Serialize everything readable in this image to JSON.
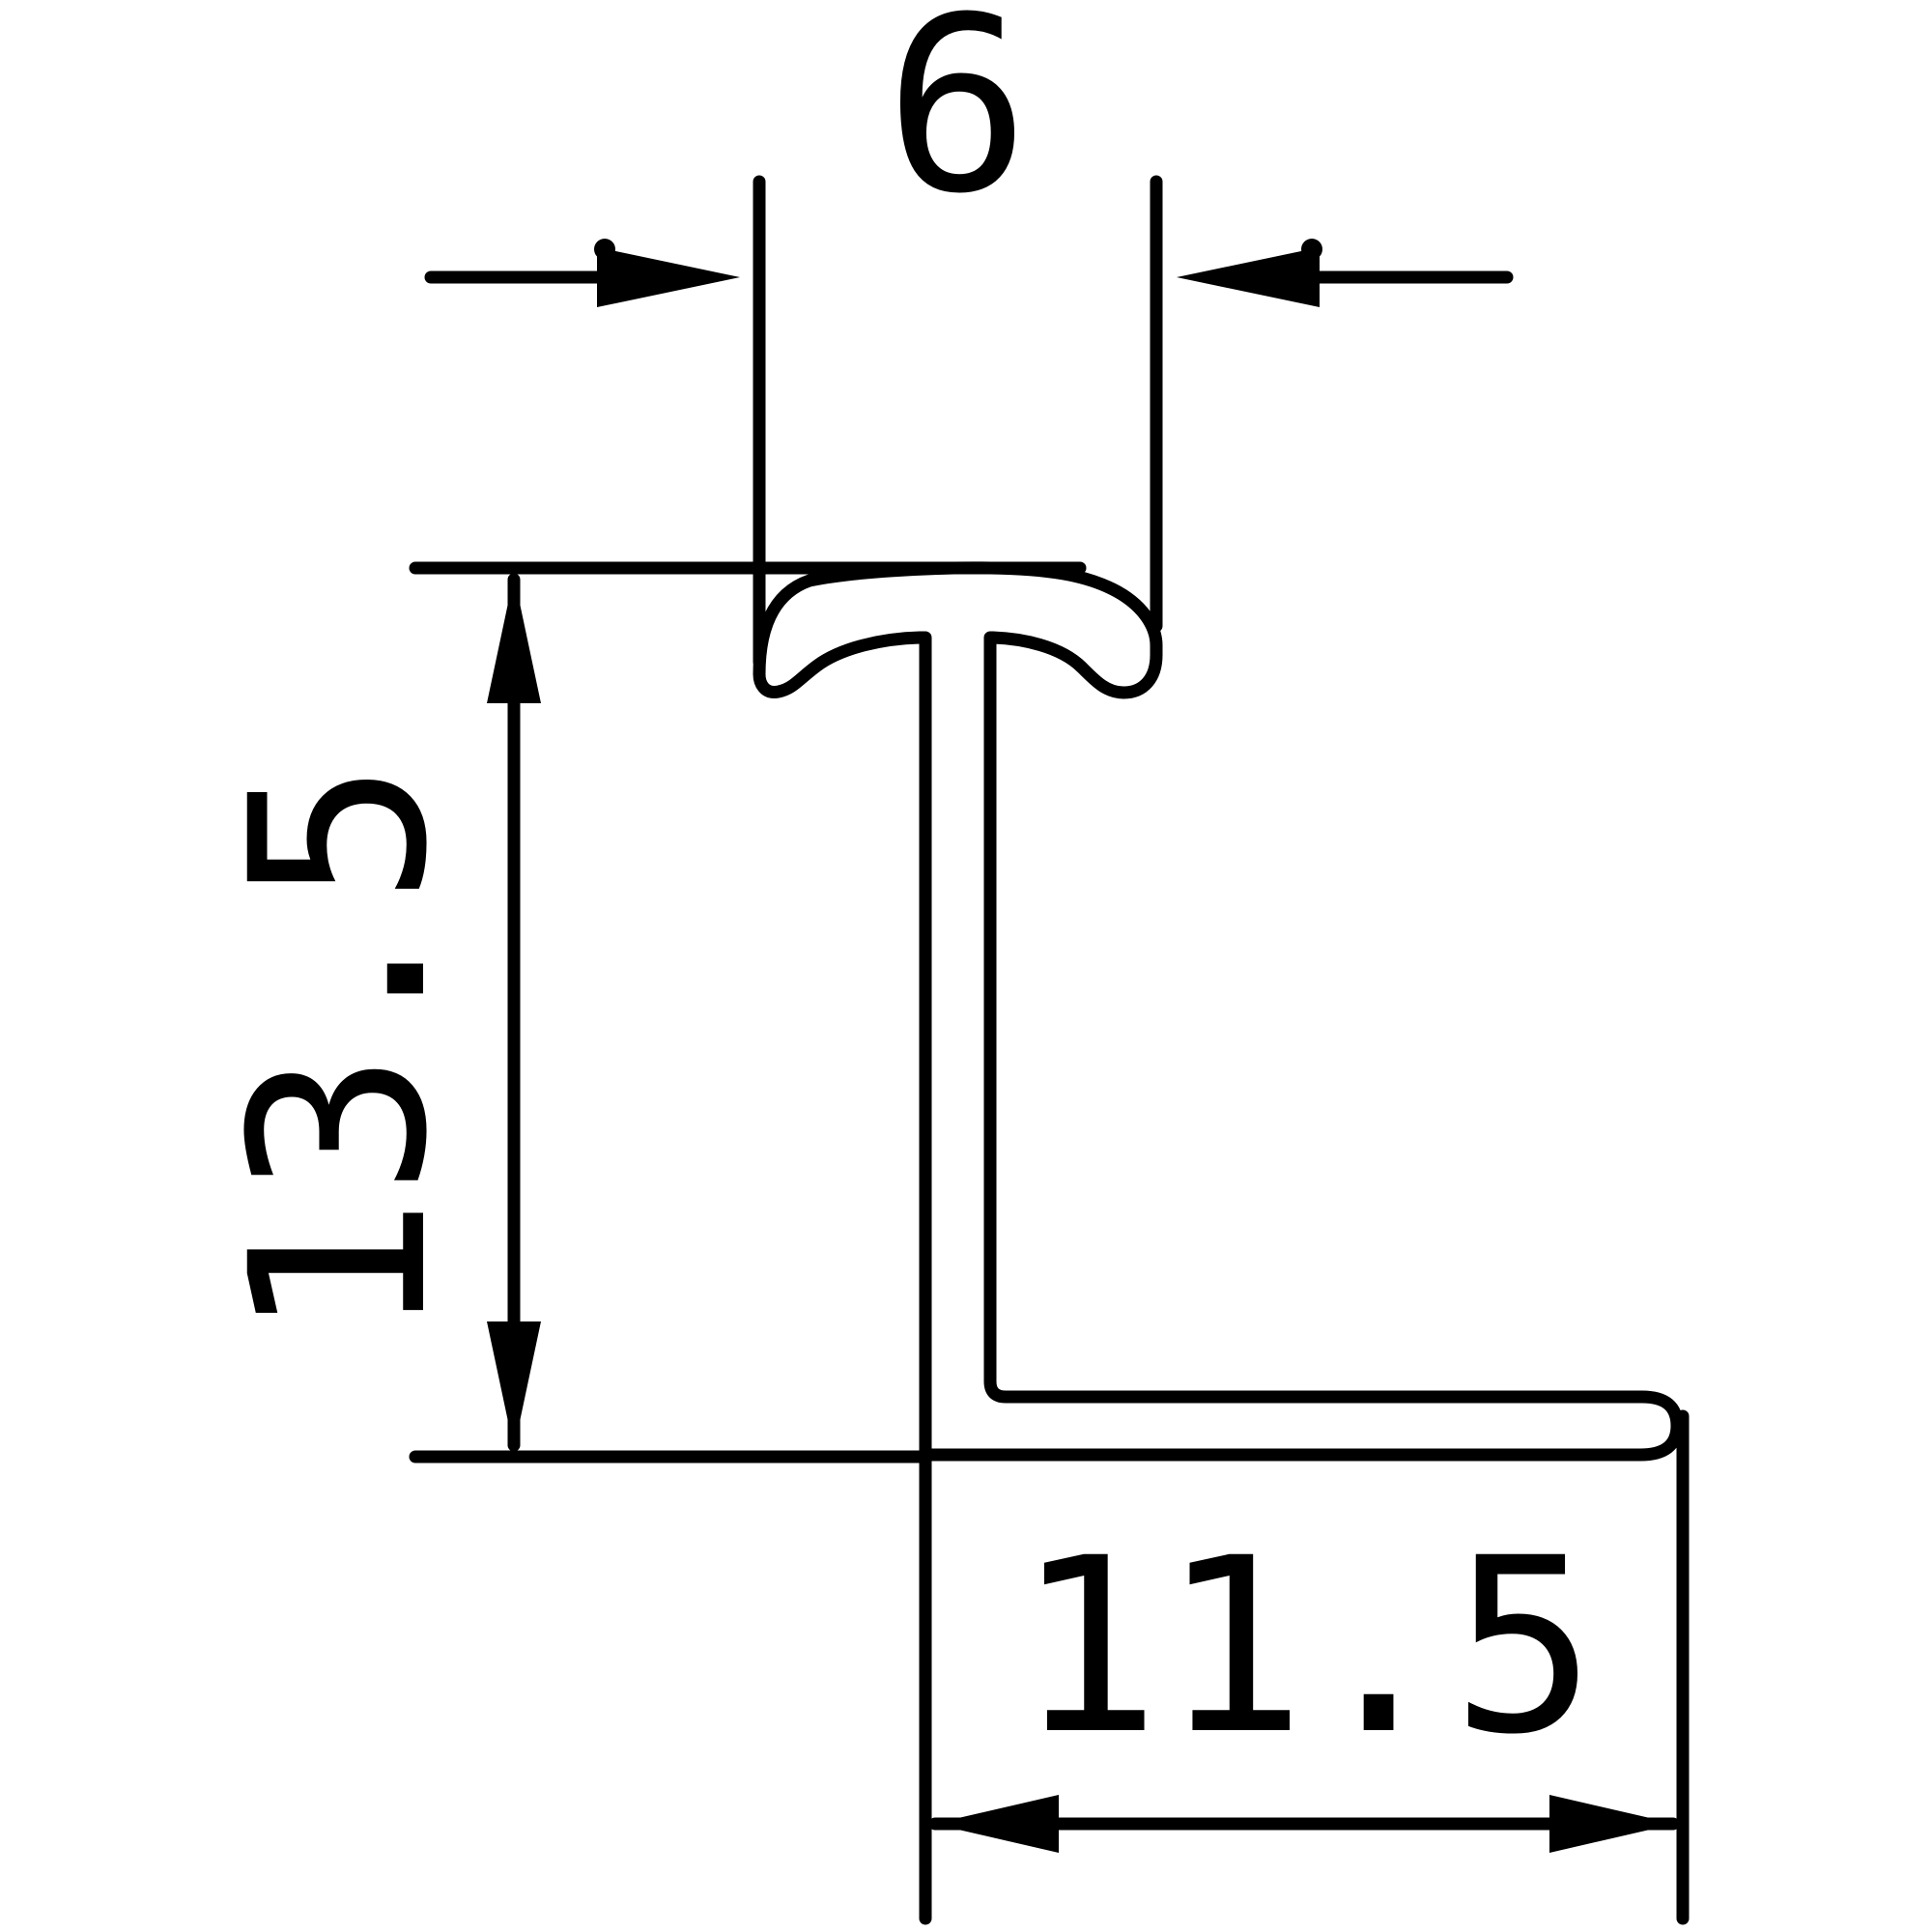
{
  "drawing": {
    "kind": "profile-cross-section-technical-drawing",
    "background_color": "#ffffff",
    "line_color": "#000000",
    "dimensions": {
      "top_width": {
        "label": "6",
        "orientation": "horizontal",
        "measures": "width of T-shaped cap"
      },
      "height": {
        "label": "13.5",
        "orientation": "vertical-rotated-90ccw",
        "measures": "overall height from cap top to foot bottom"
      },
      "bottom_width": {
        "label": "11.5",
        "orientation": "horizontal",
        "measures": "width of bottom foot from stem to outer edge"
      }
    }
  }
}
